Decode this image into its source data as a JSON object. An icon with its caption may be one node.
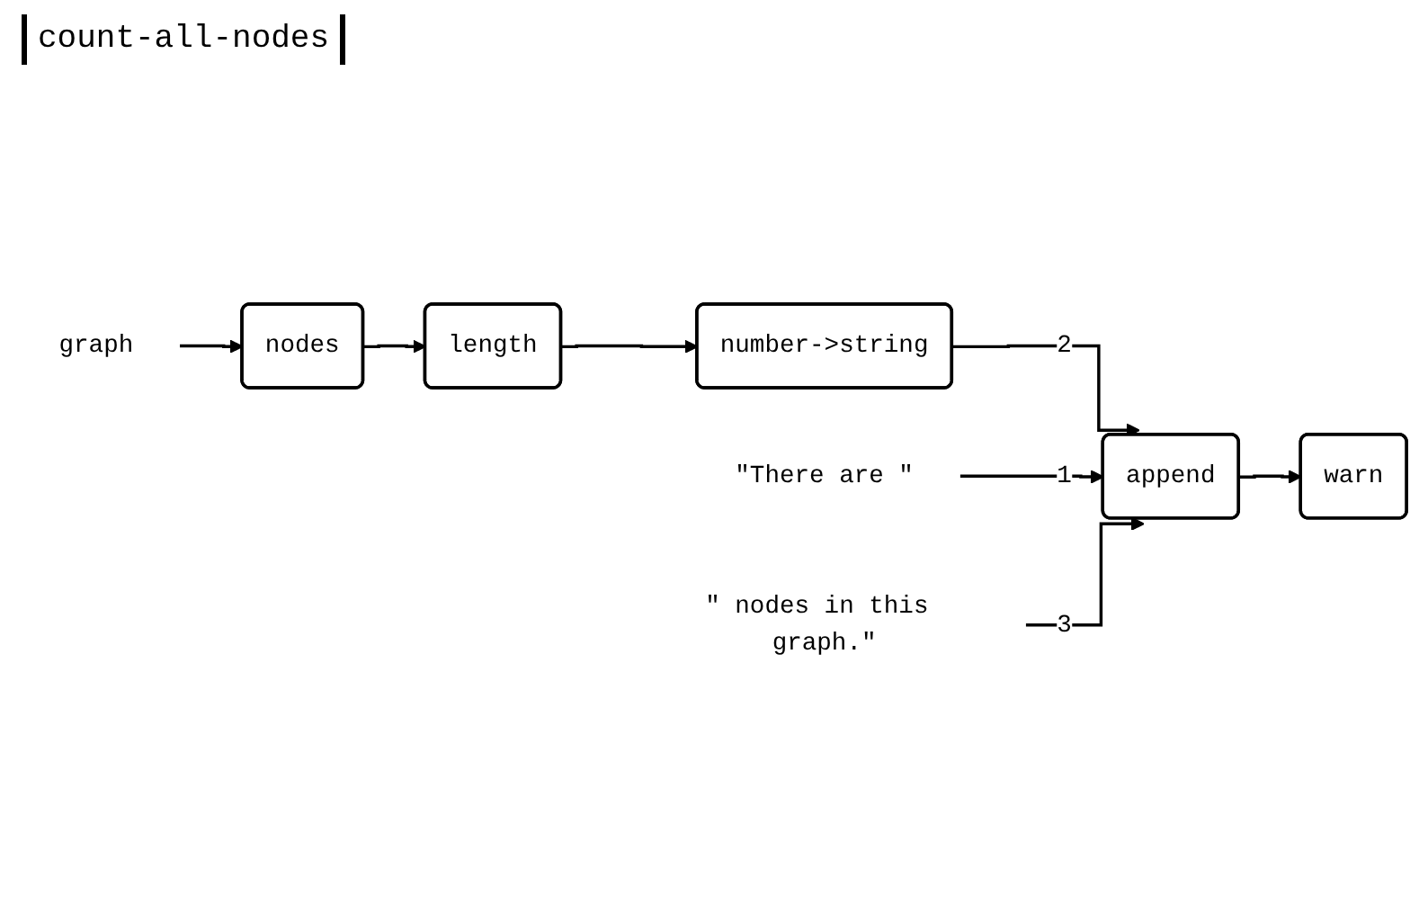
{
  "diagram": {
    "title": "count-all-nodes",
    "nodes": [
      {
        "text": [
          "graph"
        ]
      },
      {
        "text": [
          "nodes"
        ]
      },
      {
        "text": [
          "length"
        ]
      },
      {
        "text": [
          "number->string"
        ]
      },
      {
        "text": [
          "\"There are \""
        ]
      },
      {
        "text": [
          "append"
        ]
      },
      {
        "text": [
          "warn"
        ]
      },
      {
        "text": [
          "\" nodes in this graph.\""
        ]
      }
    ],
    "edges": [
      {
        "from": 0,
        "to": 1,
        "arrow": "to"
      },
      {
        "from": 1,
        "to": 2,
        "arrow": "to"
      },
      {
        "from": 2,
        "to": 3,
        "arrow": "to"
      },
      {
        "from": 3,
        "to": 5,
        "arrow": "to",
        "label": "2"
      },
      {
        "from": 4,
        "to": 5,
        "arrow": "to",
        "label": "1"
      },
      {
        "from": 5,
        "to": 6,
        "arrow": "to"
      },
      {
        "from": 7,
        "to": 5,
        "arrow": "to",
        "label": "3"
      }
    ]
  }
}
